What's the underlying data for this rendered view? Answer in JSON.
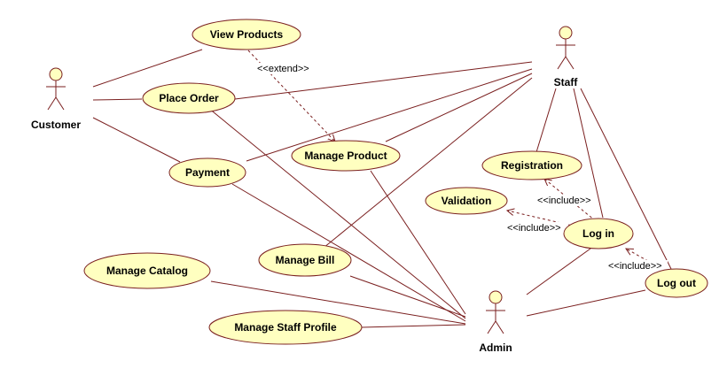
{
  "actors": {
    "customer": "Customer",
    "staff": "Staff",
    "admin": "Admin"
  },
  "use_cases": {
    "view_products": "View Products",
    "place_order": "Place Order",
    "payment": "Payment",
    "manage_product": "Manage Product",
    "manage_catalog": "Manage Catalog",
    "manage_bill": "Manage Bill",
    "manage_staff_profile": "Manage Staff Profile",
    "registration": "Registration",
    "validation": "Validation",
    "log_in": "Log in",
    "log_out": "Log out"
  },
  "stereotypes": {
    "extend": "<<extend>>",
    "include_registration": "<<include>>",
    "include_validation": "<<include>>",
    "include_logout": "<<include>>"
  },
  "colors": {
    "use_case_fill": "#ffffc0",
    "line": "#7a1f1f"
  }
}
